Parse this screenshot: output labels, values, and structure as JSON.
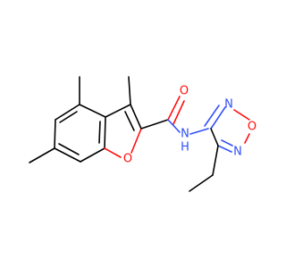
{
  "atoms": {
    "carbonyl_o": {
      "symbol": "O",
      "color": "#ff0d0d"
    },
    "ring_o": {
      "symbol": "O",
      "color": "#ff0d0d"
    },
    "amide_n": {
      "symbol": "N",
      "color": "#3050f8"
    },
    "amide_h": {
      "symbol": "H",
      "color": "#3050f8"
    },
    "oxadiazole_n_top": {
      "symbol": "N",
      "color": "#3050f8"
    },
    "oxadiazole_o": {
      "symbol": "O",
      "color": "#ff0d0d"
    },
    "oxadiazole_n_bottom": {
      "symbol": "N",
      "color": "#3050f8"
    }
  }
}
